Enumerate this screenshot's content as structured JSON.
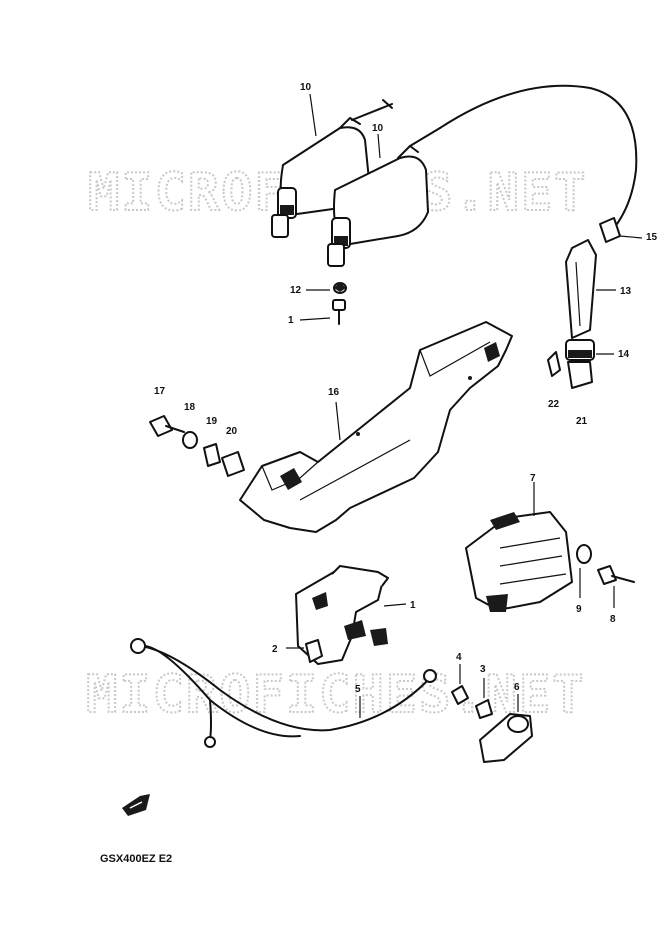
{
  "watermarks": [
    "MICROFICHES.NET",
    "MICROFICHES.NET"
  ],
  "model_code": "GSX400EZ E2",
  "callouts": [
    {
      "id": "c10a",
      "text": "10"
    },
    {
      "id": "c10b",
      "text": "10"
    },
    {
      "id": "c15",
      "text": "15"
    },
    {
      "id": "c12",
      "text": "12"
    },
    {
      "id": "c11",
      "text": "1"
    },
    {
      "id": "c13",
      "text": "13"
    },
    {
      "id": "c14",
      "text": "14"
    },
    {
      "id": "c22",
      "text": "22"
    },
    {
      "id": "c21",
      "text": "21"
    },
    {
      "id": "c16",
      "text": "16"
    },
    {
      "id": "c17",
      "text": "17"
    },
    {
      "id": "c18",
      "text": "18"
    },
    {
      "id": "c19",
      "text": "19"
    },
    {
      "id": "c20",
      "text": "20"
    },
    {
      "id": "c7",
      "text": "7"
    },
    {
      "id": "c9",
      "text": "9"
    },
    {
      "id": "c8",
      "text": "8"
    },
    {
      "id": "c1",
      "text": "1"
    },
    {
      "id": "c2",
      "text": "2"
    },
    {
      "id": "c4",
      "text": "4"
    },
    {
      "id": "c3",
      "text": "3"
    },
    {
      "id": "c6",
      "text": "6"
    },
    {
      "id": "c5",
      "text": "5"
    }
  ]
}
